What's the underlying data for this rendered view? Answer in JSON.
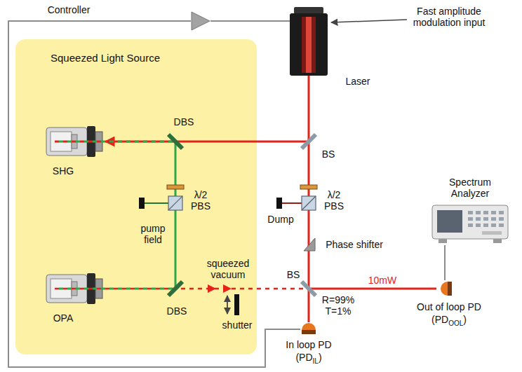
{
  "diagram": {
    "nodes": [
      {
        "text": [
          "Controller"
        ]
      },
      {
        "text": [
          "Laser"
        ]
      },
      {
        "text": [
          "Squeezed Light Source"
        ]
      },
      {
        "text": [
          "SHG"
        ],
        "in": 2
      },
      {
        "text": [
          "OPA"
        ],
        "in": 2
      },
      {
        "text": [
          "Spectrum Analyzer"
        ]
      },
      {
        "text": [
          "Out of loop PD",
          "(PDOOL)"
        ]
      },
      {
        "text": [
          "In loop PD",
          "(PDIL)"
        ]
      }
    ],
    "edges": [
      {
        "from": 0,
        "to": 1,
        "arrow": "none"
      },
      {
        "from": 1,
        "to": 3,
        "arrow": "to"
      },
      {
        "from": 6,
        "to": 5,
        "arrow": "none"
      },
      {
        "from": 7,
        "to": 0,
        "arrow": "none"
      }
    ],
    "labels": [
      "Fast amplitude modulation input",
      "DBS",
      "BS",
      "λ/2 PBS",
      "λ/2 PBS",
      "Dump",
      "pump field",
      "Phase shifter",
      "squeezed vacuum",
      "BS",
      "10mW",
      "R=99% T=1%",
      "DBS",
      "shutter"
    ]
  }
}
